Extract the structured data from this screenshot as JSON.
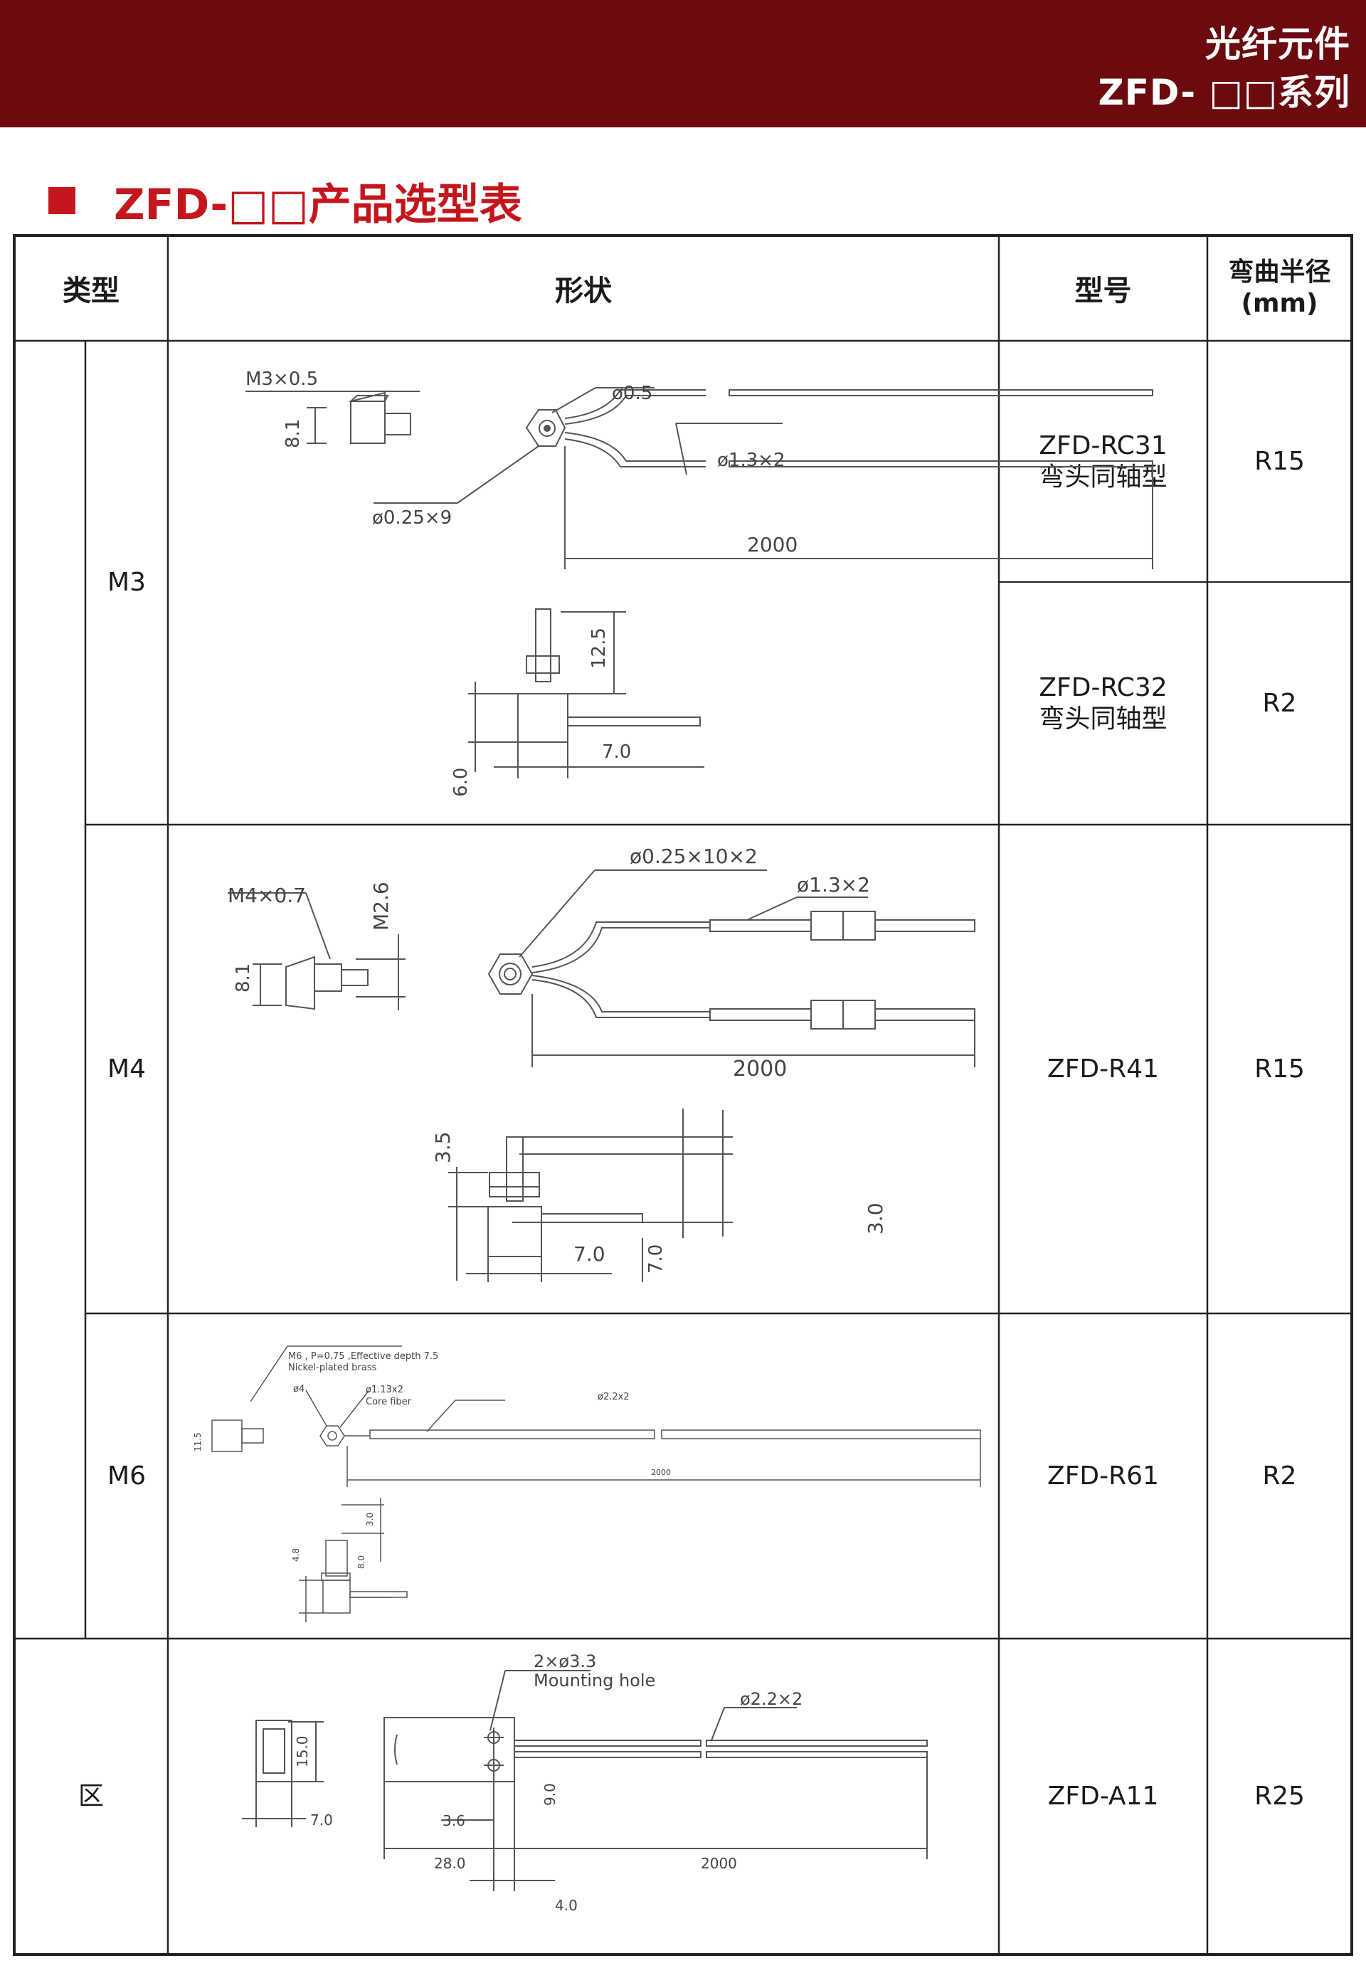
{
  "header": {
    "title": "光纤元件",
    "series": "ZFD- □□系列"
  },
  "section": {
    "title": "ZFD-□□产品选型表"
  },
  "table": {
    "headers": {
      "type": "类型",
      "shape": "形状",
      "model": "型号",
      "radius_line1": "弯曲半径",
      "radius_line2": "(mm)"
    },
    "group_label": "区",
    "rows": [
      {
        "subtype": "M3",
        "model": "ZFD-RC31",
        "model_desc": "弯头同轴型",
        "radius": "R15"
      },
      {
        "model": "ZFD-RC32",
        "model_desc": "弯头同轴型",
        "radius": "R2"
      },
      {
        "subtype": "M4",
        "model": "ZFD-R41",
        "radius": "R15"
      },
      {
        "subtype": "M6",
        "model": "ZFD-R61",
        "radius": "R2"
      },
      {
        "model": "ZFD-A11",
        "radius": "R25"
      }
    ]
  },
  "drawings": {
    "m3_top": {
      "thread": "M3×0.5",
      "tip": "ø0.5",
      "fiber": "ø0.25×9",
      "cable": "ø1.3×2",
      "length": "2000",
      "height": "8.1"
    },
    "m3_side": {
      "h1": "12.5",
      "h2": "6.0",
      "w": "7.0"
    },
    "m4_top": {
      "thread": "M4×0.7",
      "m_dim": "M2.6",
      "fiber": "ø0.25×10×2",
      "cable": "ø1.3×2",
      "length": "2000",
      "height": "8.1"
    },
    "m4_side": {
      "h1": "3.5",
      "h2": "3.0",
      "w": "7.0",
      "h3": "7.0"
    },
    "m6_top": {
      "note1": "M6 , P=0.75 ,Effective depth 7.5",
      "note2": "Nickel-plated brass",
      "d1": "ø4",
      "d2": "ø1.13x2",
      "core": "Core fiber",
      "cable": "ø2.2x2",
      "length": "2000",
      "height": "11.5"
    },
    "m6_side": {
      "h1": "3.0",
      "h2": "4.8",
      "h3": "8.0"
    },
    "a11": {
      "mount1": "2×ø3.3",
      "mount2": "Mounting hole",
      "cable": "ø2.2×2",
      "height": "15.0",
      "w": "7.0",
      "d1": "3.6",
      "d2": "9.0",
      "d3": "28.0",
      "length": "2000",
      "d4": "4.0"
    }
  }
}
